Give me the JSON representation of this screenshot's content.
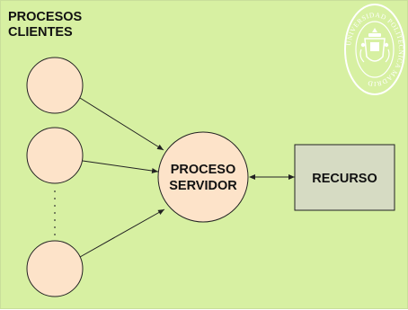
{
  "title": {
    "line1": "PROCESOS",
    "line2": "CLIENTES"
  },
  "server": {
    "line1": "PROCESO",
    "line2": "SERVIDOR"
  },
  "resource": {
    "label": "RECURSO"
  },
  "seal": {
    "text": "UNIVERSIDAD POLITÉCNICA MADRID"
  },
  "colors": {
    "background": "#d7f0a2",
    "node_fill": "#fde3c9",
    "resource_fill": "#d6dbc3",
    "stroke": "#222222"
  }
}
